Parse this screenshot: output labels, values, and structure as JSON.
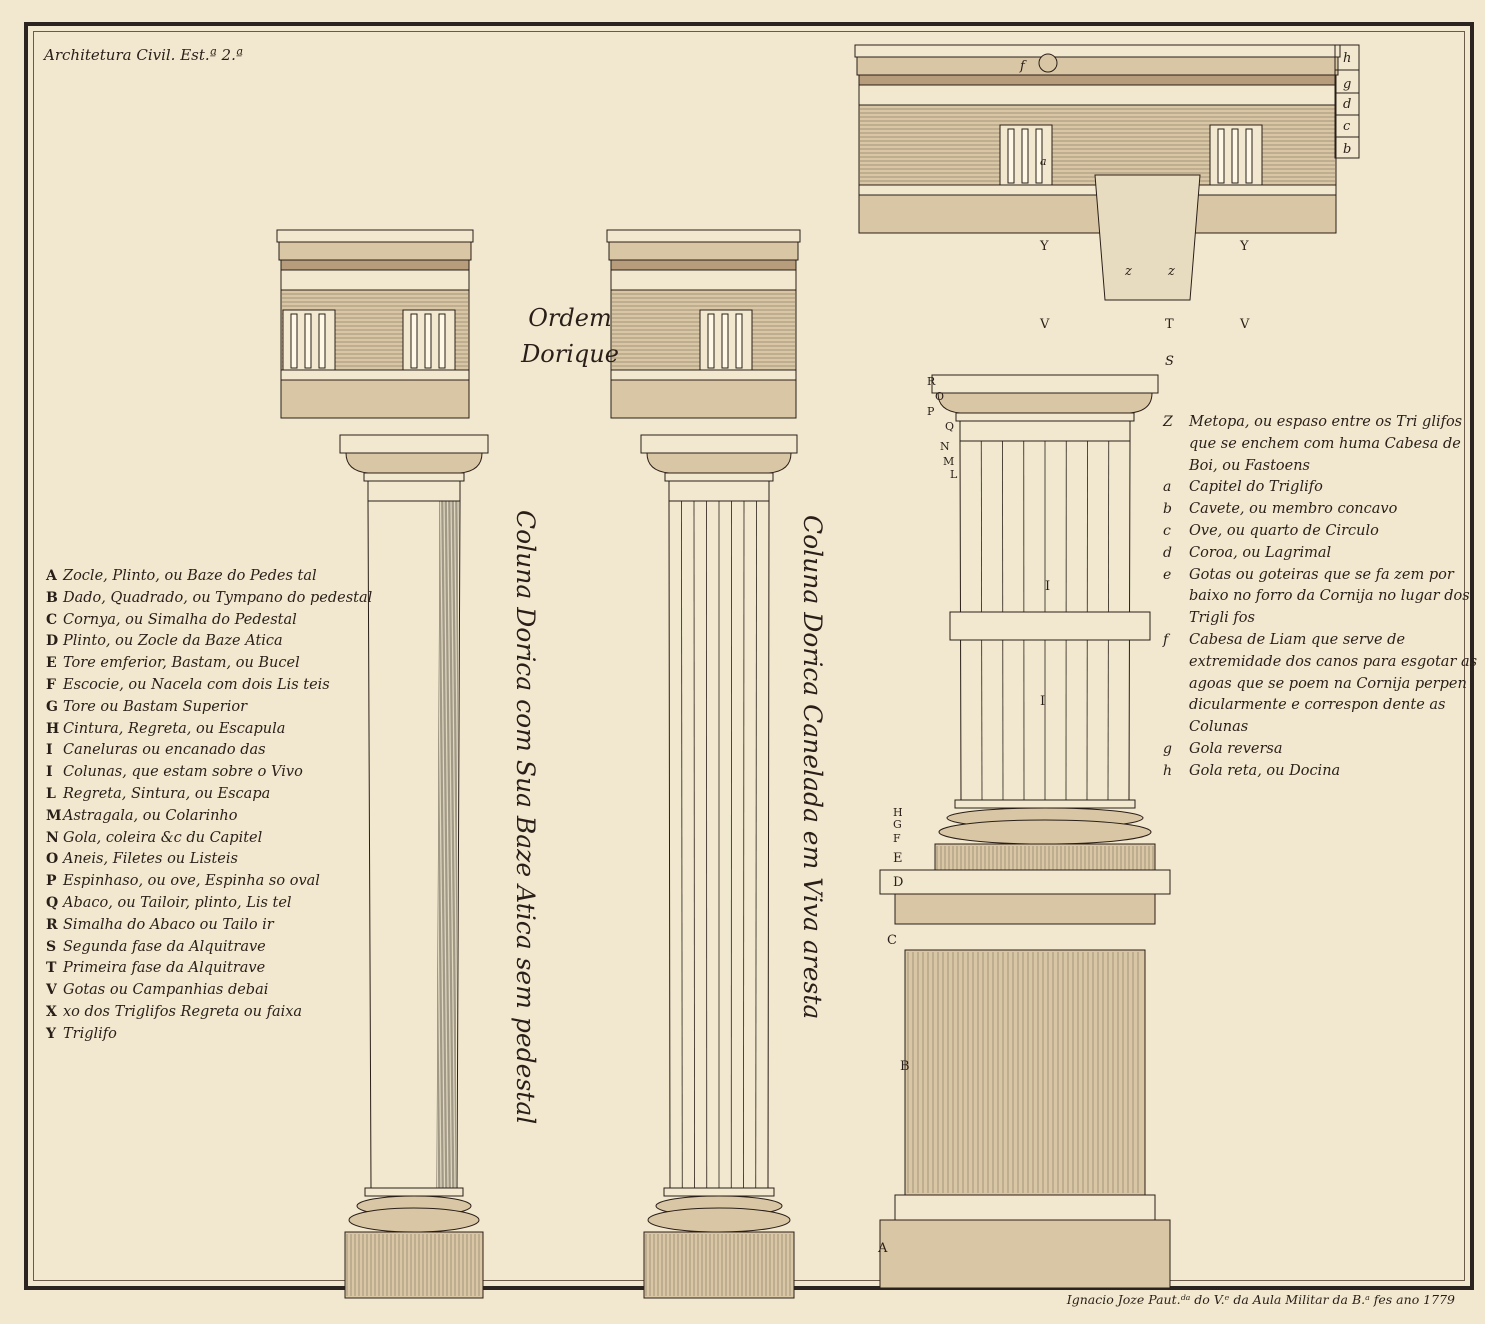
{
  "plate": {
    "title": "Architetura Civil. Est.ª 2.ª",
    "order_title_line1": "Ordem",
    "order_title_line2": "Dorique",
    "column1_caption": "Coluna Dorica com Sua Baze Atica sem pedestal",
    "column2_caption": "Coluna Dorica Canelada em Viva aresta",
    "signature": "Ignacio Joze Paut.ᵈᵃ do V.ᵉ da Aula Militar da B.ᵃ fes ano 1779"
  },
  "legend_left": [
    {
      "key": "A",
      "text": "Zocle, Plinto, ou Baze do Pedes tal"
    },
    {
      "key": "B",
      "text": "Dado, Quadrado, ou Tympano do pedestal"
    },
    {
      "key": "C",
      "text": "Cornya, ou Simalha do Pedestal"
    },
    {
      "key": "D",
      "text": "Plinto, ou Zocle da Baze Atica"
    },
    {
      "key": "E",
      "text": "Tore emferior, Bastam, ou Bucel"
    },
    {
      "key": "F",
      "text": "Escocie, ou Nacela com dois Lis teis"
    },
    {
      "key": "G",
      "text": "Tore ou Bastam Superior"
    },
    {
      "key": "H",
      "text": "Cintura, Regreta, ou Escapula"
    },
    {
      "key": "I",
      "text": "Caneluras ou encanado das"
    },
    {
      "key": "I",
      "text": "Colunas, que estam sobre o Vivo"
    },
    {
      "key": "L",
      "text": "Regreta, Sintura, ou Escapa"
    },
    {
      "key": "M",
      "text": "Astragala, ou Colarinho"
    },
    {
      "key": "N",
      "text": "Gola, coleira &c du Capitel"
    },
    {
      "key": "O",
      "text": "Aneis, Filetes ou Listeis"
    },
    {
      "key": "P",
      "text": "Espinhaso, ou ove, Espinha so oval"
    },
    {
      "key": "Q",
      "text": "Abaco, ou Tailoir, plinto, Lis tel"
    },
    {
      "key": "R",
      "text": "Simalha do Abaco ou Tailo ir"
    },
    {
      "key": "S",
      "text": "Segunda fase da Alquitrave"
    },
    {
      "key": "T",
      "text": "Primeira fase da Alquitrave"
    },
    {
      "key": "V",
      "text": "Gotas ou Campanhias debai"
    },
    {
      "key": "X",
      "text": "xo dos Triglifos Regreta ou faixa"
    },
    {
      "key": "Y",
      "text": "Triglifo"
    }
  ],
  "legend_right": [
    {
      "key": "Z",
      "text": "Metopa, ou espaso entre os Tri glifos que se enchem com huma Cabesa de Boi, ou Fastoens"
    },
    {
      "key": "a",
      "text": "Capitel do Triglifo"
    },
    {
      "key": "b",
      "text": "Cavete, ou membro concavo"
    },
    {
      "key": "c",
      "text": "Ove, ou quarto de Circulo"
    },
    {
      "key": "d",
      "text": "Coroa, ou Lagrimal"
    },
    {
      "key": "e",
      "text": "Gotas ou goteiras que se fa zem por baixo no forro da Cornija no lugar dos Trigli fos"
    },
    {
      "key": "f",
      "text": "Cabesa de Liam que serve de extremidade dos canos para esgotar as agoas que se poem na Cornija perpen dicularmente e correspon dente as Colunas"
    },
    {
      "key": "g",
      "text": "Gola reversa"
    },
    {
      "key": "h",
      "text": "Gola reta, ou Docina"
    }
  ],
  "diagram_labels": {
    "h": "h",
    "g": "g",
    "d": "d",
    "c": "c",
    "b": "b",
    "a": "a",
    "f": "f",
    "Y1": "Y",
    "Y2": "Y",
    "Z1": "z",
    "Z2": "z",
    "V1": "V",
    "V2": "V",
    "T": "T",
    "S": "S",
    "R": "R",
    "O": "O",
    "P": "P",
    "Q": "Q",
    "N": "N",
    "M": "M",
    "L": "L",
    "I1": "I",
    "I2": "I",
    "H": "H",
    "G": "G",
    "F": "F",
    "E": "E",
    "D": "D",
    "C": "C",
    "B": "B",
    "A": "A"
  },
  "colors": {
    "paper": "#f1e8cf",
    "ink": "#2a1f18",
    "wash": "#d9c6a4",
    "shade": "#b89d7c"
  }
}
